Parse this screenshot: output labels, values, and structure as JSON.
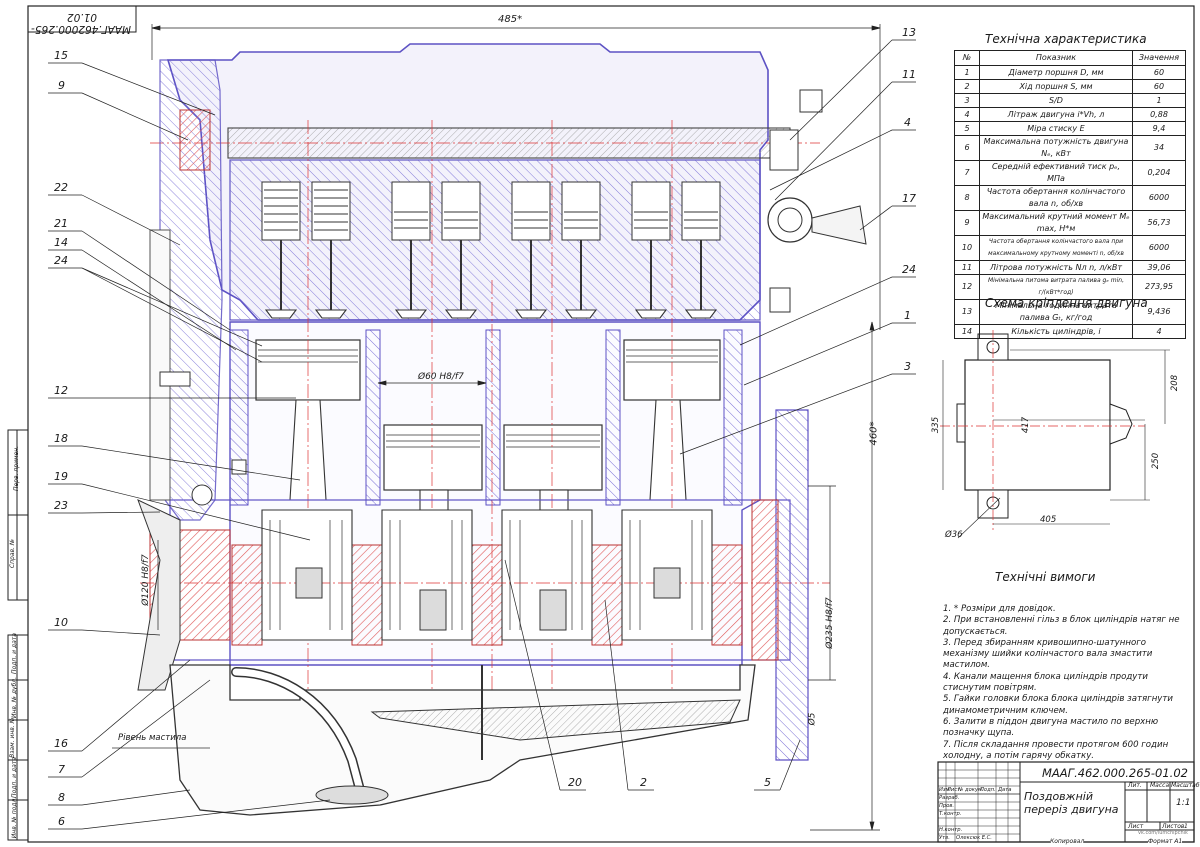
{
  "stamp_top": "МААГ.462000.265-01.02",
  "dimensions": {
    "overall_length": "485*",
    "overall_height": "460*",
    "bore": "Ø60 H8/f7",
    "pulley_dia": "Ø120 H8/f7",
    "flange_dia": "Ø235 H8/f7",
    "small_dia": "Ø5"
  },
  "callouts": [
    "15",
    "9",
    "22",
    "21",
    "14",
    "24",
    "12",
    "18",
    "19",
    "23",
    "10",
    "16",
    "7",
    "8",
    "6",
    "13",
    "11",
    "4",
    "17",
    "24",
    "1",
    "3",
    "20",
    "2",
    "5"
  ],
  "level_label": "Рівень мастила",
  "spec": {
    "title": "Технічна характеристика",
    "headers": [
      "№",
      "Показник",
      "Значення"
    ],
    "rows": [
      [
        "1",
        "Діаметр поршня D, мм",
        "60"
      ],
      [
        "2",
        "Хід поршня S, мм",
        "60"
      ],
      [
        "3",
        "S/D",
        "1"
      ],
      [
        "4",
        "Літраж двигуна i*Vh, л",
        "0,88"
      ],
      [
        "5",
        "Міра стиску Е",
        "9,4"
      ],
      [
        "6",
        "Максимальна потужність двигуна Nₑ, кВт",
        "34"
      ],
      [
        "7",
        "Середній ефективний тиск pₑ, МПа",
        "0,204"
      ],
      [
        "8",
        "Частота обертання колінчастого вала n, об/хв",
        "6000"
      ],
      [
        "9",
        "Максимальний крутний момент Mₑ max, Н*м",
        "56,73"
      ],
      [
        "10",
        "Частота обертання колінчастого вала при максимальному крутному моменті n, об/хв",
        "6000"
      ],
      [
        "11",
        "Літрова потужність Nл n, л/кВт",
        "39,06"
      ],
      [
        "12",
        "Мінімальна питома витрата палива gₑ min, г/(кВт*год)",
        "273,95"
      ],
      [
        "13",
        "Мінімальна годинна витрата палива Gₜ, кг/год",
        "9,436"
      ],
      [
        "14",
        "Кількість циліндрів, i",
        "4"
      ]
    ]
  },
  "mount": {
    "title": "Схема кріплення двигуна",
    "dims": [
      "335",
      "417",
      "208",
      "250",
      "405",
      "Ø36"
    ]
  },
  "requirements": {
    "title": "Технічні вимоги",
    "items": [
      "1. * Розміри для довідок.",
      "2. При встановленні гільз в блок циліндрів натяг не допускається.",
      "3. Перед збиранням кривошипно-шатунного механізму шийки колінчастого вала змастити мастилом.",
      "4. Канали мащення блока циліндрів продути стиснутим повітрям.",
      "5. Гайки головки блока блока циліндрів затягнути динамометричним ключем.",
      "6. Залити в піддон двигуна мастило по верхню позначку щупа.",
      "7. Після складання провести протягом 600 годин холодну, а потім гарячу обкатку."
    ]
  },
  "title_block": {
    "code": "МААГ.462.000.265-01.02",
    "name": "Поздовжній переріз двигуна",
    "cols": [
      "Лит.",
      "Масса",
      "Масштаб"
    ],
    "scale": "1:1",
    "sheet": "Лист",
    "sheets": "Листов",
    "sheets_n": "1",
    "row_heads": [
      "Изм",
      "Лист",
      "№ докум.",
      "Подп.",
      "Дата"
    ],
    "roles": [
      "Разраб.",
      "Пров.",
      "Т.контр.",
      "",
      "Н.контр.",
      "Утв."
    ],
    "developer": "Олексюк Е.С.",
    "copy": "Копировал",
    "format": "Формат  А1",
    "watermark": "vk.com/lumchipchik"
  },
  "side_strip": {
    "labels": [
      "Перв. примен.",
      "Справ. №",
      "Подп. и дата",
      "Инв. № дубл.",
      "Взам. инв. №",
      "Подп. и дата",
      "Инв. № подл."
    ]
  }
}
